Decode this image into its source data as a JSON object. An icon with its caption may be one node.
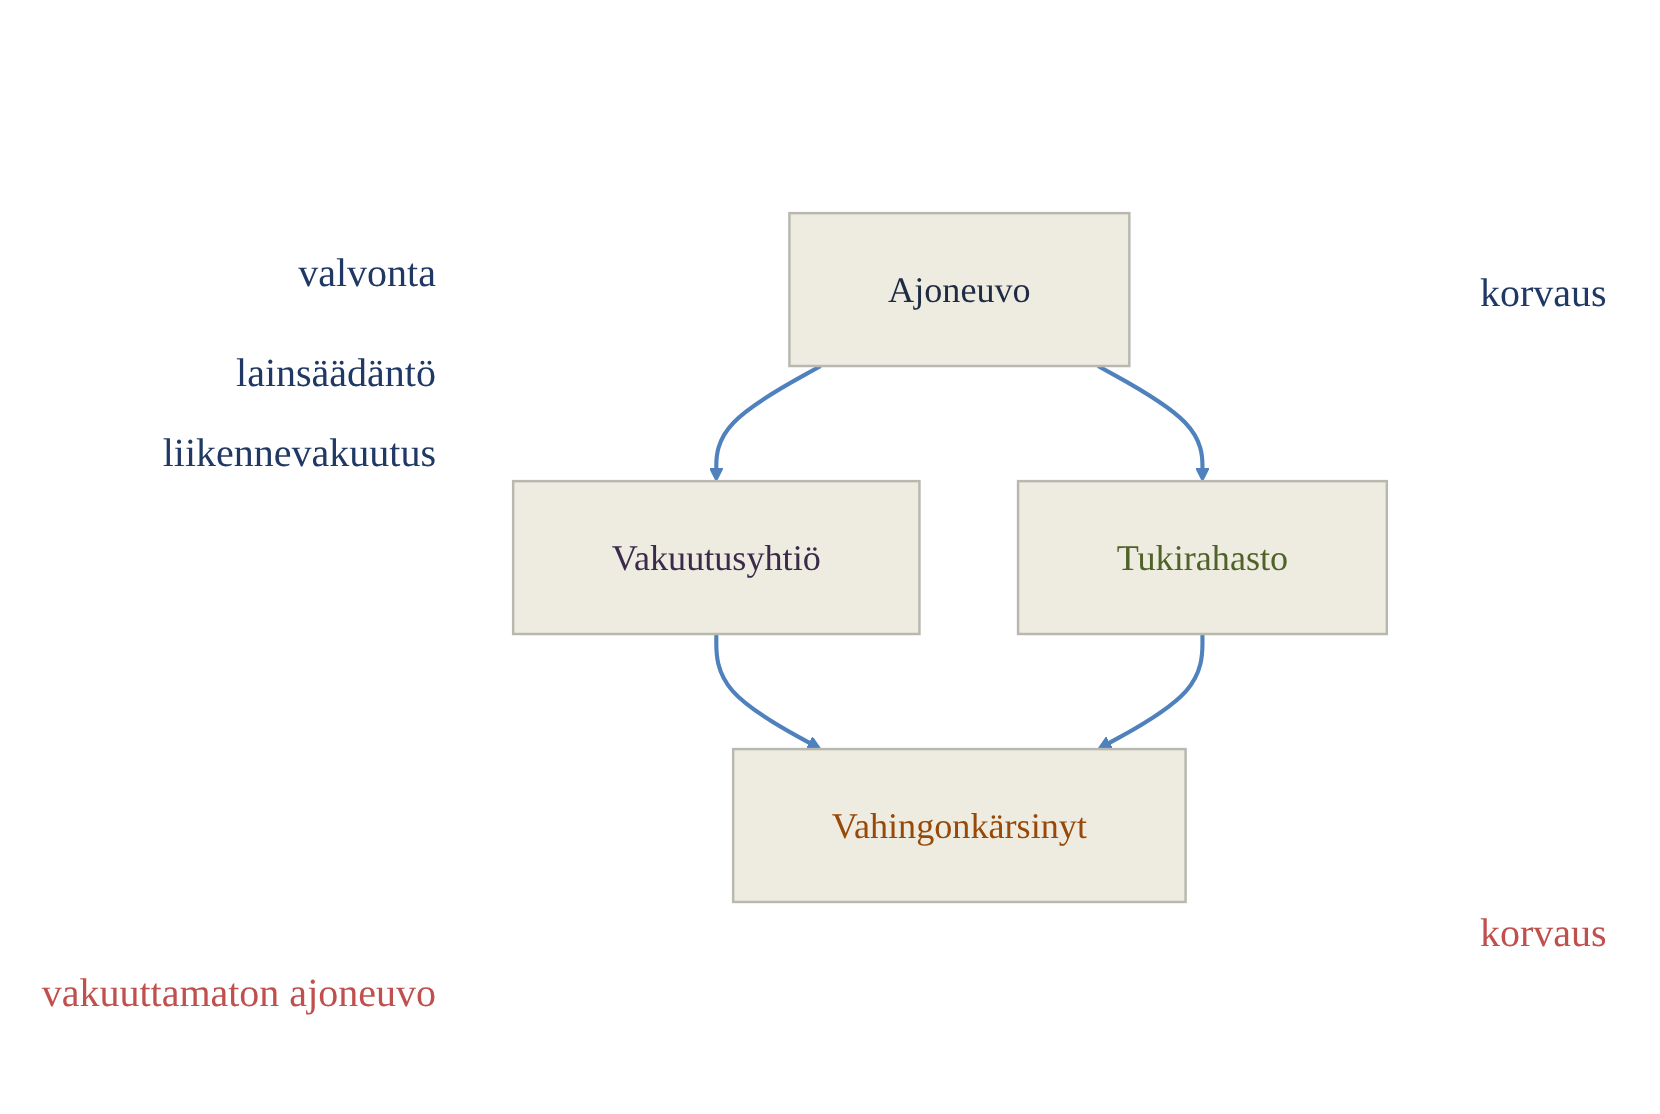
{
  "diagram": {
    "nodes": [
      {
        "text": [
          "Vakuutusyhtiö"
        ]
      },
      {
        "text": [
          "Ajoneuvo"
        ]
      },
      {
        "text": [
          "Vahingonkärsinyt"
        ]
      },
      {
        "text": [
          "Tukirahasto"
        ]
      }
    ],
    "edges": [
      {
        "from": 1,
        "to": 0,
        "arrow": "to"
      },
      {
        "from": 0,
        "to": 2,
        "arrow": "to"
      },
      {
        "from": 1,
        "to": 3,
        "arrow": "to"
      },
      {
        "from": 3,
        "to": 2,
        "arrow": "to"
      }
    ],
    "labels": [
      "valvonta",
      "korvaus",
      "lainsäädäntö",
      "liikennevakuutus",
      "korvaus",
      "vakuuttamaton ajoneuvo"
    ]
  }
}
